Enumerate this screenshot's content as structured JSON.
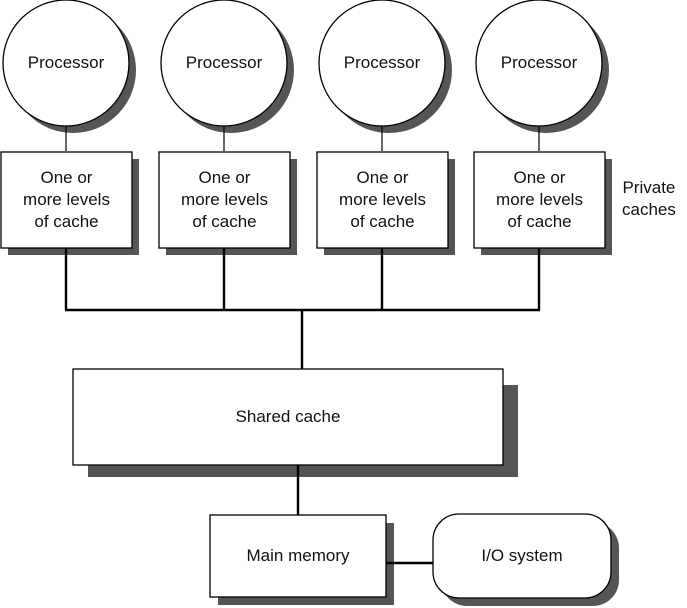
{
  "processors": [
    {
      "label": "Processor",
      "cache": "One or\nmore levels\nof cache"
    },
    {
      "label": "Processor",
      "cache": "One or\nmore levels\nof cache"
    },
    {
      "label": "Processor",
      "cache": "One or\nmore levels\nof cache"
    },
    {
      "label": "Processor",
      "cache": "One or\nmore levels\nof cache"
    }
  ],
  "private_caches_label": "Private\ncaches",
  "shared_cache_label": "Shared cache",
  "main_memory_label": "Main memory",
  "io_system_label": "I/O system"
}
